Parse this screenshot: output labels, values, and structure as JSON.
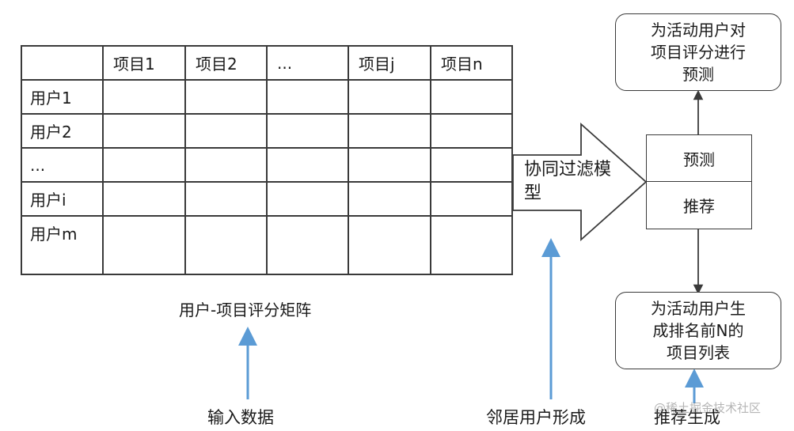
{
  "matrix": {
    "headers": [
      "",
      "项目1",
      "项目2",
      "...",
      "项目j",
      "项目n"
    ],
    "rows": [
      "用户1",
      "用户2",
      "...",
      "用户i",
      "用户m"
    ],
    "caption": "用户-项目评分矩阵"
  },
  "model": {
    "label": "协同过滤模型"
  },
  "predict_box": {
    "predict": "预测",
    "recommend": "推荐"
  },
  "top_box": {
    "line1": "为活动用户对",
    "line2": "项目评分进行",
    "line3": "预测"
  },
  "bottom_box": {
    "line1": "为活动用户生",
    "line2": "成排名前N的",
    "line3": "项目列表"
  },
  "bottom_labels": {
    "input": "输入数据",
    "neighbors": "邻居用户形成",
    "recommend_gen": "推荐生成"
  },
  "watermark": "@稀土掘金技术社区",
  "colors": {
    "line": "#3a3a3a",
    "blue_arrow": "#5b9bd5"
  }
}
